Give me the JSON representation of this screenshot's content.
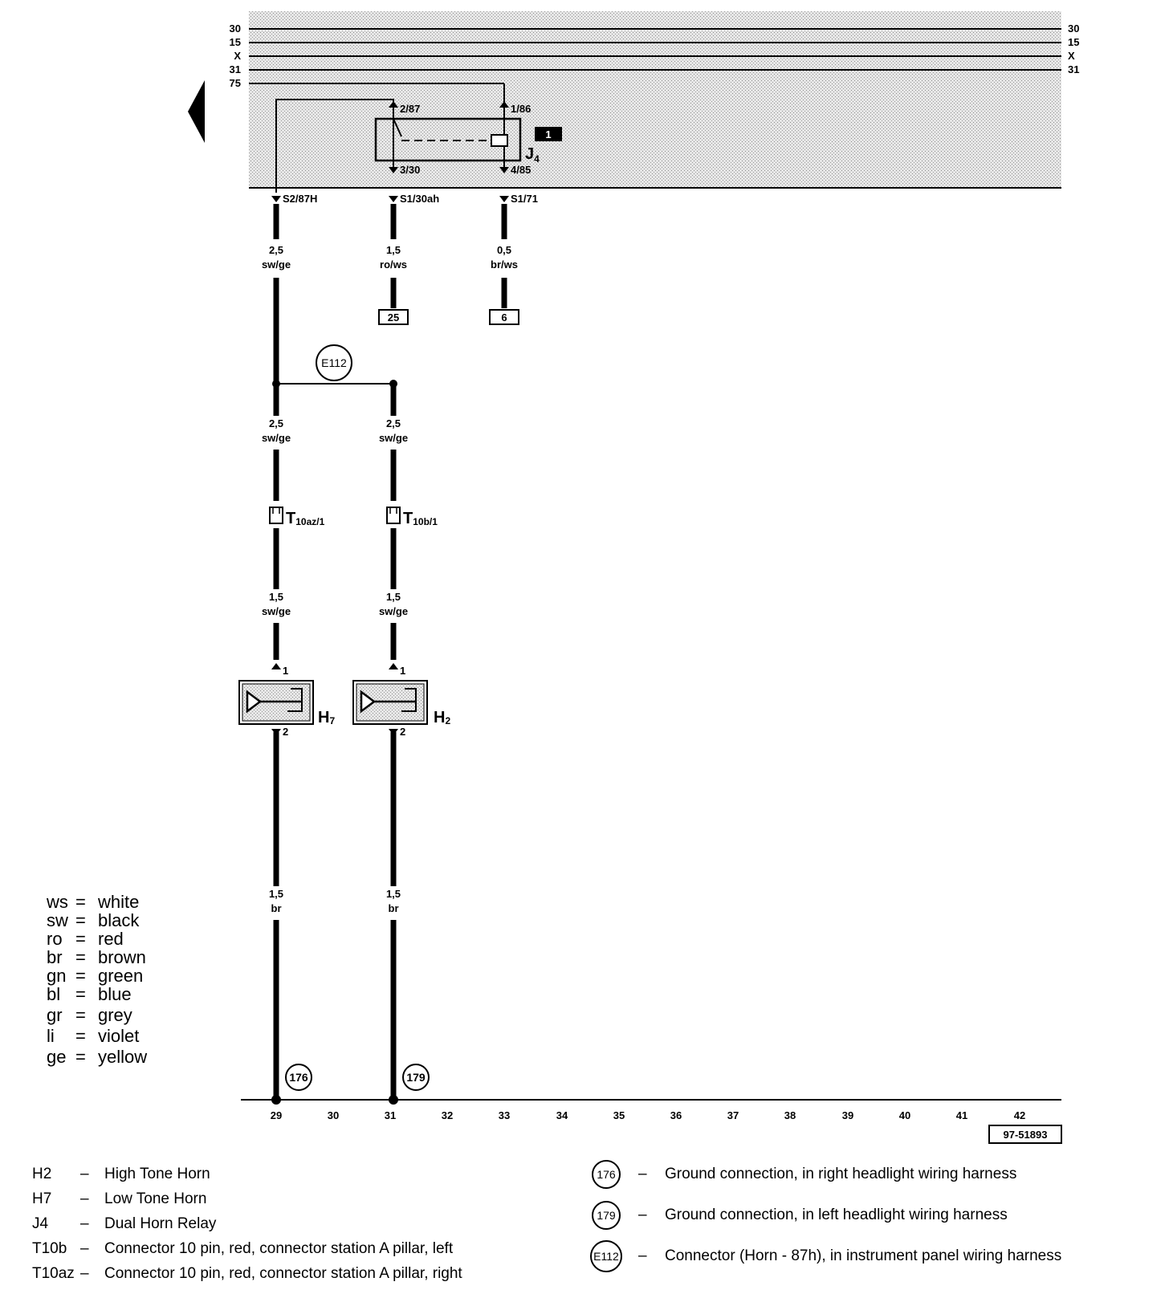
{
  "bus_labels": [
    "30",
    "15",
    "X",
    "31",
    "75"
  ],
  "bus_labels_right": [
    "30",
    "15",
    "X",
    "31"
  ],
  "relay": {
    "pins": [
      "2/87",
      "1/86",
      "3/30",
      "4/85"
    ],
    "name_main": "J",
    "name_sub": "4",
    "badge": "1"
  },
  "exit_labels": [
    "S2/87H",
    "S1/30ah",
    "S1/71"
  ],
  "wires": {
    "w1_size": "2,5",
    "w1_color": "sw/ge",
    "w2_size": "1,5",
    "w2_color": "ro/ws",
    "w3_size": "0,5",
    "w3_color": "br/ws",
    "w4_size": "2,5",
    "w4_color": "sw/ge",
    "w5_size": "2,5",
    "w5_color": "sw/ge",
    "w6_size": "1,5",
    "w6_color": "sw/ge",
    "w7_size": "1,5",
    "w7_color": "sw/ge",
    "w8_size": "1,5",
    "w8_color": "br",
    "w9_size": "1,5",
    "w9_color": "br"
  },
  "ref_boxes": [
    "25",
    "6"
  ],
  "splice": "E112",
  "connectors": [
    {
      "main": "T",
      "sub": "10az/1"
    },
    {
      "main": "T",
      "sub": "10b/1"
    }
  ],
  "horns": [
    {
      "main": "H",
      "sub": "7",
      "pin_top": "1",
      "pin_bottom": "2"
    },
    {
      "main": "H",
      "sub": "2",
      "pin_top": "1",
      "pin_bottom": "2"
    }
  ],
  "grounds": [
    "176",
    "179"
  ],
  "track_numbers": [
    "29",
    "30",
    "31",
    "32",
    "33",
    "34",
    "35",
    "36",
    "37",
    "38",
    "39",
    "40",
    "41",
    "42"
  ],
  "diagram_id": "97-51893",
  "color_legend": [
    {
      "code": "ws",
      "name": "white"
    },
    {
      "code": "sw",
      "name": "black"
    },
    {
      "code": "ro",
      "name": "red"
    },
    {
      "code": "br",
      "name": "brown"
    },
    {
      "code": "gn",
      "name": "green"
    },
    {
      "code": "bl",
      "name": "blue"
    },
    {
      "code": "gr",
      "name": "grey"
    },
    {
      "code": "li",
      "name": "violet"
    },
    {
      "code": "ge",
      "name": "yellow"
    }
  ],
  "components": [
    {
      "code": "H2",
      "desc": "High Tone Horn"
    },
    {
      "code": "H7",
      "desc": "Low Tone Horn"
    },
    {
      "code": "J4",
      "desc": "Dual Horn Relay"
    },
    {
      "code": "T10b",
      "desc": "Connector 10 pin, red, connector station A pillar, left"
    },
    {
      "code": "T10az",
      "desc": "Connector 10 pin, red, connector station A pillar, right"
    }
  ],
  "ground_legend": [
    {
      "ref": "176",
      "desc": "Ground connection, in right headlight wiring harness"
    },
    {
      "ref": "179",
      "desc": "Ground connection, in left headlight wiring harness"
    },
    {
      "ref": "E112",
      "desc": "Connector (Horn - 87h), in instrument panel wiring harness"
    }
  ],
  "dash": "–"
}
